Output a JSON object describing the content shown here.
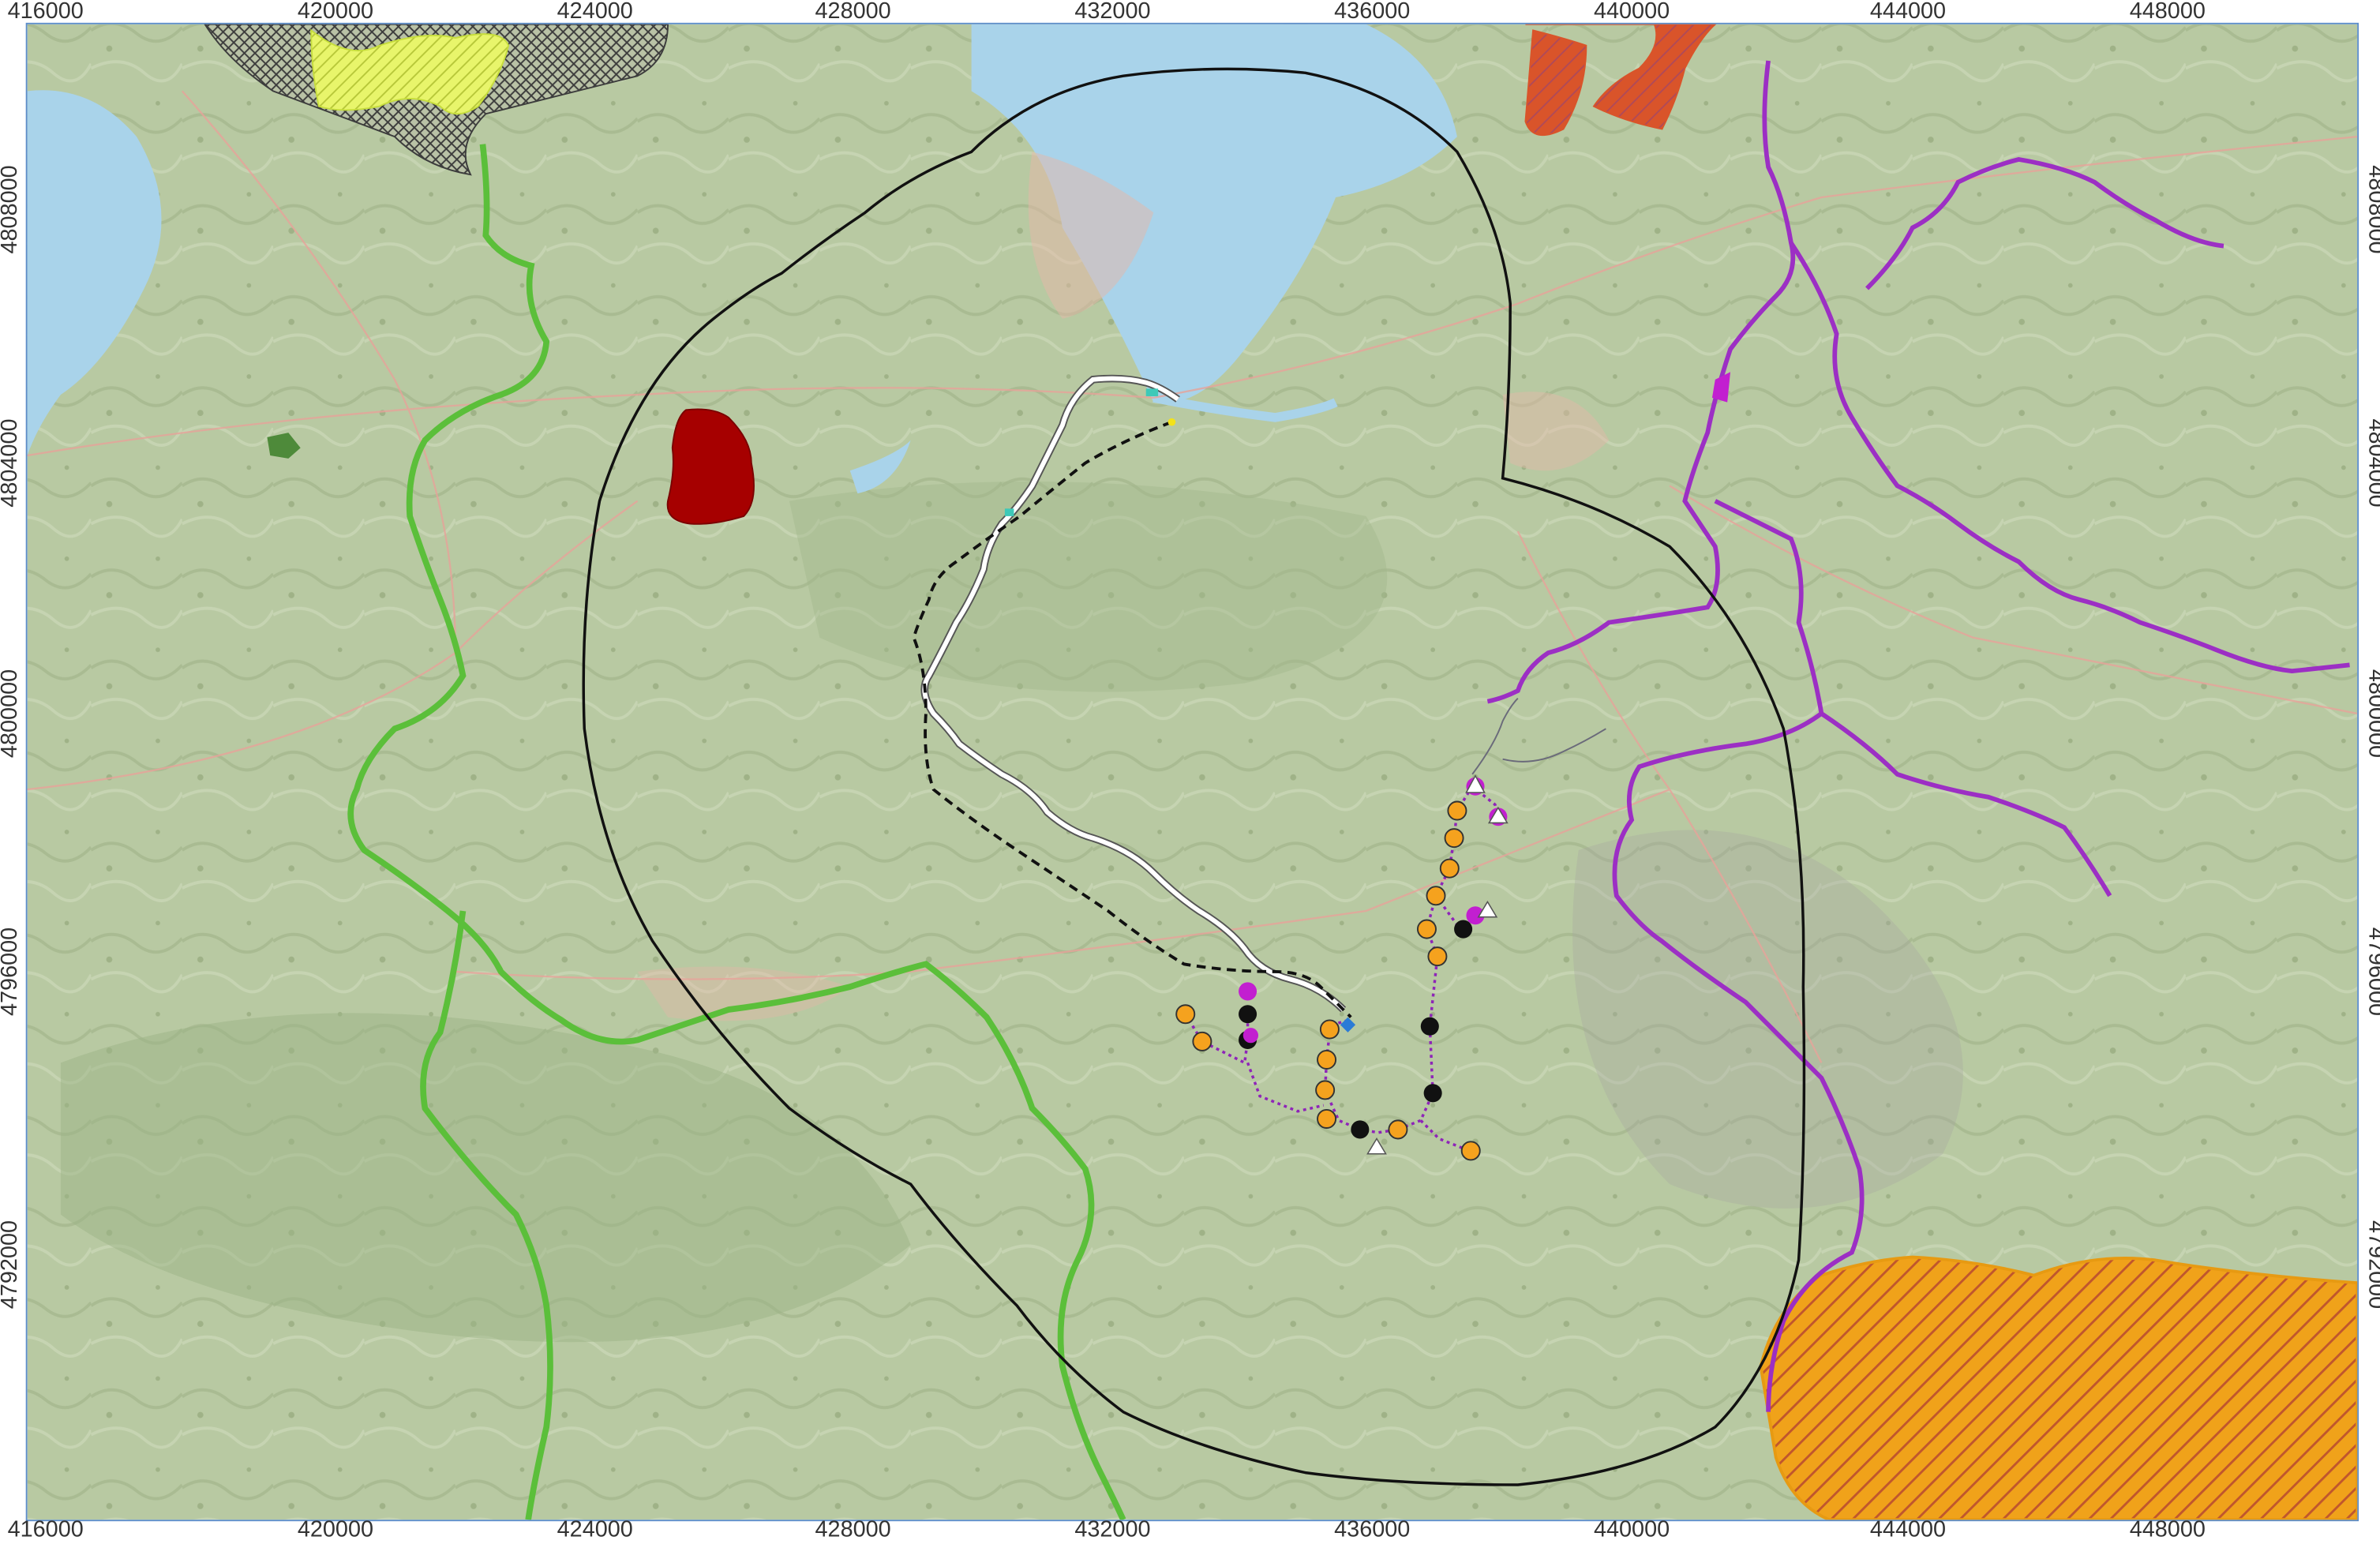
{
  "map": {
    "x_axis_top": [
      "416000",
      "420000",
      "424000",
      "428000",
      "432000",
      "436000",
      "440000",
      "444000",
      "448000"
    ],
    "x_axis_bottom": [
      "416000",
      "420000",
      "424000",
      "428000",
      "432000",
      "436000",
      "440000",
      "444000",
      "448000"
    ],
    "y_axis_left": [
      "4808000",
      "4804000",
      "4800000",
      "4796000",
      "4792000"
    ],
    "y_axis_right": [
      "4808000",
      "4804000",
      "4800000",
      "4796000",
      "4792000"
    ],
    "colors": {
      "basemap": "#b7c9a0",
      "water": "#a9d3ea",
      "buffer_outline": "#111111",
      "green_route": "#5bbf3a",
      "purple_route": "#9c2fc4",
      "red_area": "#a60000",
      "orange_hatched_area": "#f0a21a",
      "yellow_hatched_area": "#d8f04a",
      "dark_hatched_area": "#4a4a4a",
      "white_route": "#ffffff",
      "dashed_route": "#111111",
      "turbine_marker": "#f5a21e",
      "black_marker": "#111111",
      "magenta_marker": "#c21fd0"
    },
    "icons": [
      "circle-marker-icon",
      "triangle-marker-icon"
    ]
  }
}
